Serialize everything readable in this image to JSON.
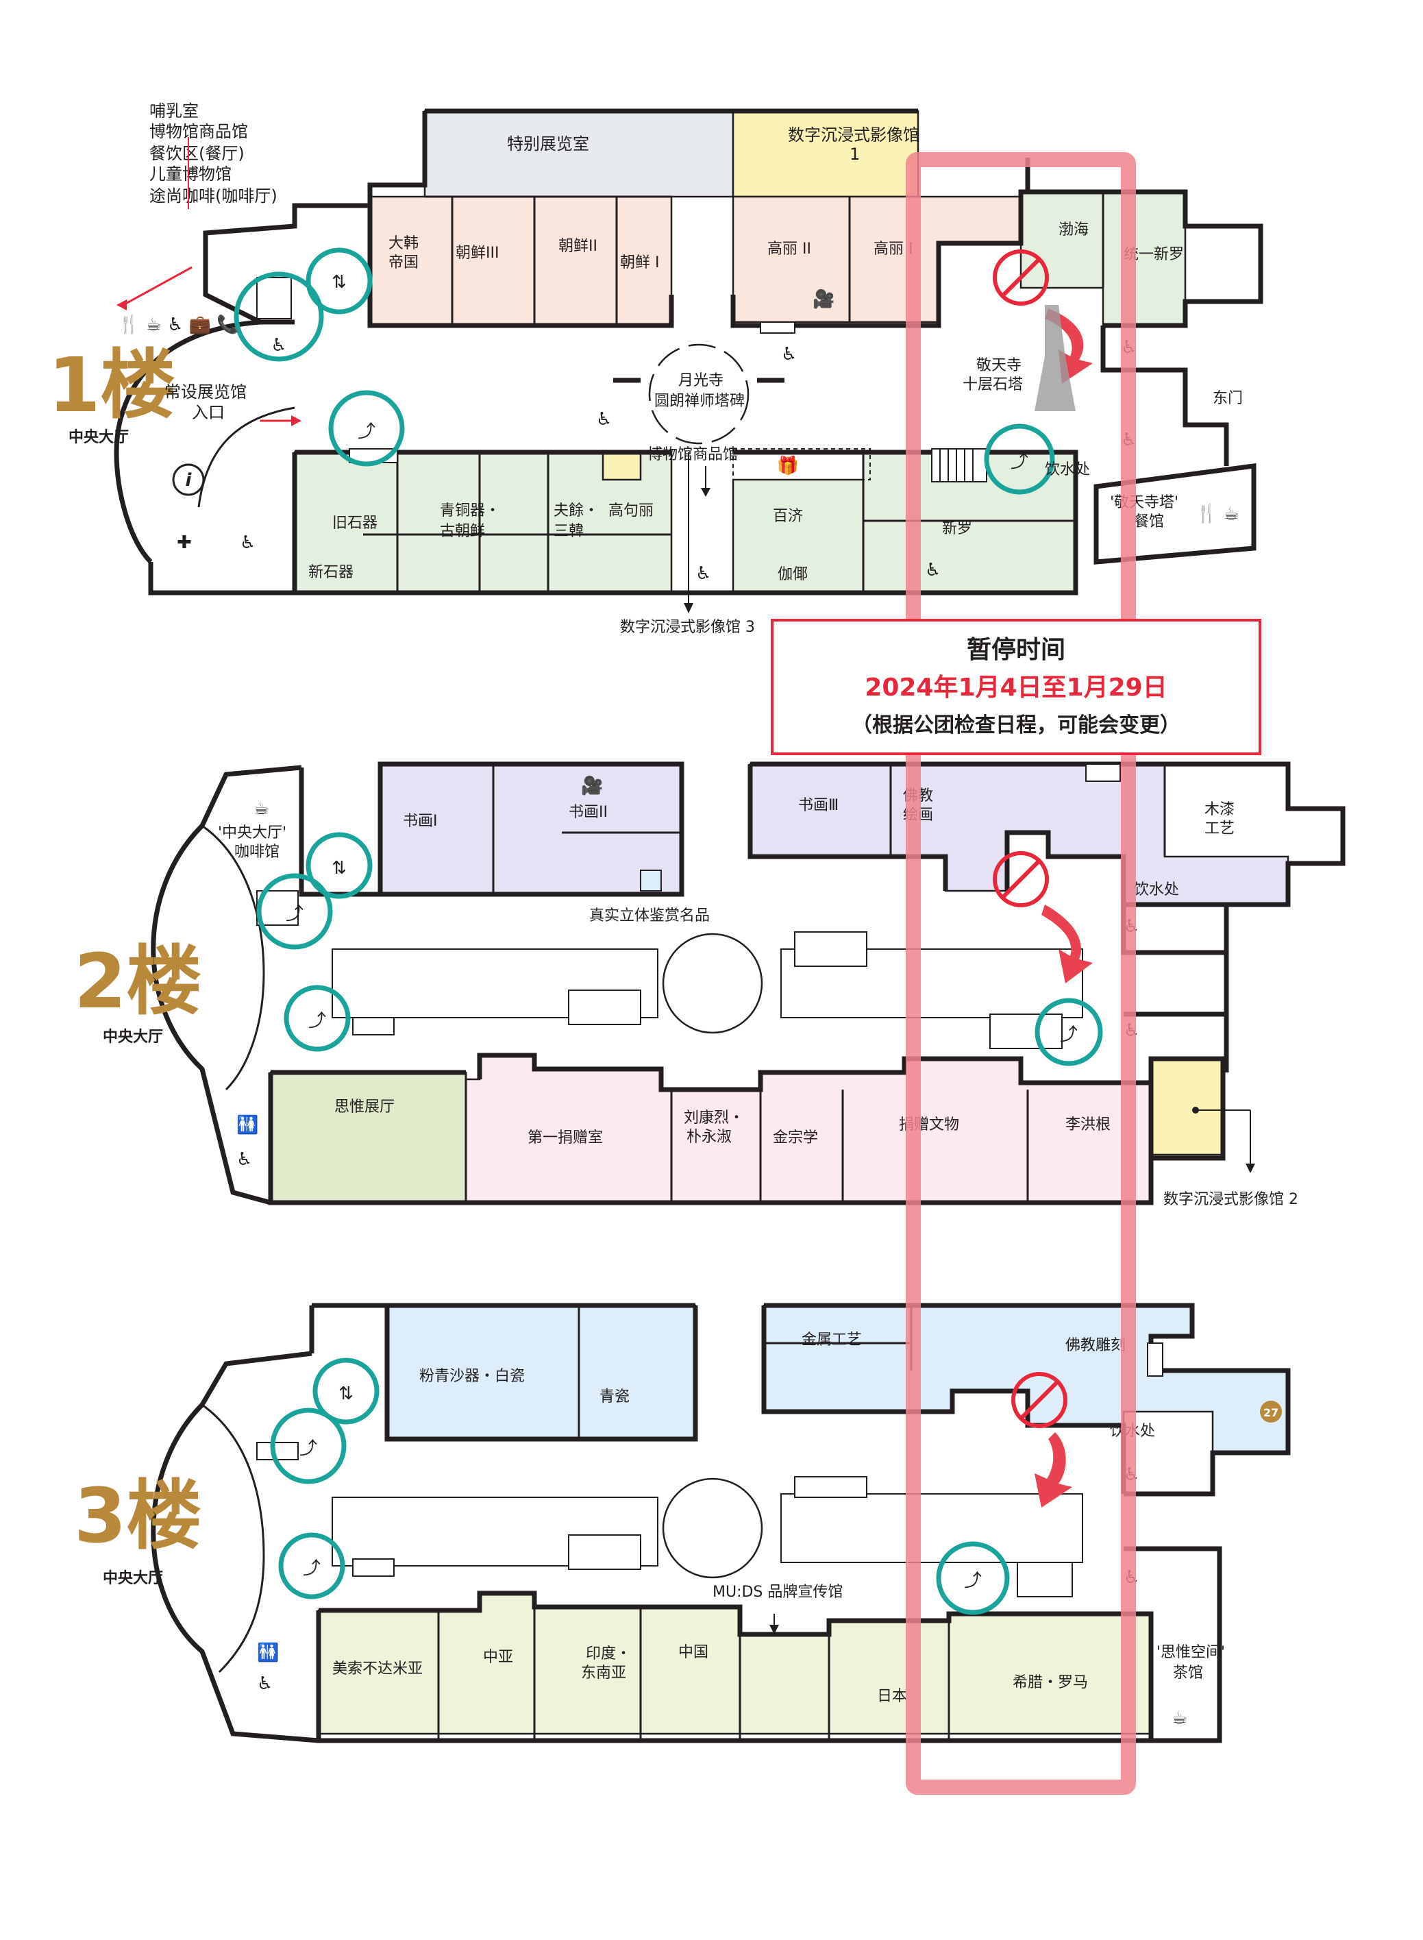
{
  "colors": {
    "special": "#e6e9ee",
    "digital": "#fbf3b6",
    "peach": "#fbe6dd",
    "green": "#e3efdf",
    "lavender": "#e4e2f4",
    "pink": "#fbeaf0",
    "olive": "#dfeacb",
    "blue": "#ddeefa",
    "lime": "#eef3d9",
    "teal": "#1aa39a",
    "red": "#e8283a",
    "gold": "#b8893a"
  },
  "floor1": {
    "floor_label": "1楼",
    "hall_label": "中央大厅",
    "amenities_list": [
      "哺乳室",
      "博物馆商品馆",
      "餐饮区(餐厅)",
      "儿童博物馆",
      "途尚咖啡(咖啡厅)"
    ],
    "entrance_line1": "常设展览馆",
    "entrance_line2": "入口",
    "rooms": {
      "special_exhibition": "特别展览室",
      "digital1_line1": "数字沉浸式影像馆",
      "digital1_line2": "1",
      "daehan_line1": "大韩",
      "daehan_line2": "帝国",
      "joseon3": "朝鲜III",
      "joseon2": "朝鲜II",
      "joseon1": "朝鲜 I",
      "goryeo2": "高丽 II",
      "goryeo1": "高丽 I",
      "balhae": "渤海",
      "unified_silla": "统一新罗",
      "pagoda_line1": "敬天寺",
      "pagoda_line2": "十层石塔",
      "east_gate": "东门",
      "stele_line1": "月光寺",
      "stele_line2": "圆朗禅师塔碑",
      "shop": "博物馆商品馆",
      "paleolithic": "旧石器",
      "neolithic": "新石器",
      "bronze_line1": "青铜器・",
      "bronze_line2": "古朝鲜",
      "buyeo_line1": "夫餘・",
      "buyeo_line2": "三韓",
      "goguryeo": "高句丽",
      "baekje": "百济",
      "gaya": "伽倻",
      "silla": "新罗",
      "water": "饮水处",
      "restaurant_line1": "'敬天寺塔'",
      "restaurant_line2": "餐馆",
      "digital3": "数字沉浸式影像馆 3"
    }
  },
  "notice": {
    "title": "暂停时间",
    "dates": "2024年1月4日至1月29日",
    "note": "（根据公团检查日程，可能会变更）"
  },
  "floor2": {
    "floor_label": "2楼",
    "hall_label": "中央大厅",
    "rooms": {
      "cafe_line1": "'中央大厅'",
      "cafe_line2": "咖啡馆",
      "calligraphy1": "书画I",
      "calligraphy2": "书画II",
      "calligraphy3": "书画Ⅲ",
      "buddhist_line1": "佛教",
      "buddhist_line2": "绘画",
      "lacquer_line1": "木漆",
      "lacquer_line2": "工艺",
      "realistic": "真实立体鉴赏名品",
      "water": "饮水处",
      "contemplation": "思惟展厅",
      "donation1": "第一捐赠室",
      "liu_line1": "刘康烈・",
      "liu_line2": "朴永淑",
      "kim": "金宗学",
      "donated": "捐赠文物",
      "lee": "李洪根",
      "digital2": "数字沉浸式影像馆 2"
    }
  },
  "floor3": {
    "floor_label": "3楼",
    "hall_label": "中央大厅",
    "rooms": {
      "buncheong": "粉青沙器・白瓷",
      "celadon": "青瓷",
      "metal": "金属工艺",
      "buddhist_sculpture": "佛教雕刻",
      "badge": "27",
      "water": "饮水处",
      "muds": "MU:DS 品牌宣传馆",
      "mesopotamia": "美索不达米亚",
      "central_asia": "中亚",
      "india_line1": "印度・",
      "india_line2": "东南亚",
      "china": "中国",
      "japan": "日本",
      "greece": "希腊・罗马",
      "teahouse_line1": "'思惟空间'",
      "teahouse_line2": "茶馆"
    }
  }
}
